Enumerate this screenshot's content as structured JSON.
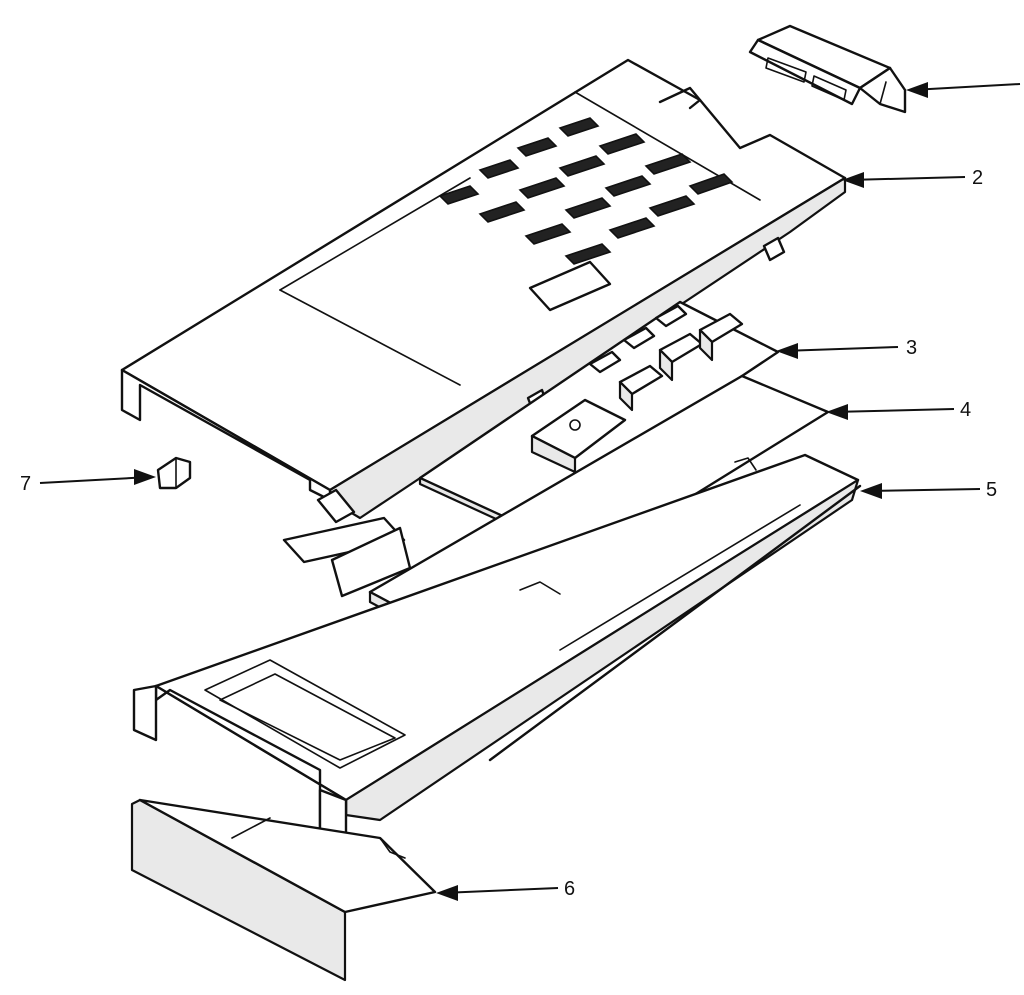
{
  "callouts": [
    {
      "id": "2",
      "label": "2"
    },
    {
      "id": "3",
      "label": "3"
    },
    {
      "id": "4",
      "label": "4"
    },
    {
      "id": "5",
      "label": "5"
    },
    {
      "id": "6",
      "label": "6"
    },
    {
      "id": "7",
      "label": "7"
    }
  ]
}
